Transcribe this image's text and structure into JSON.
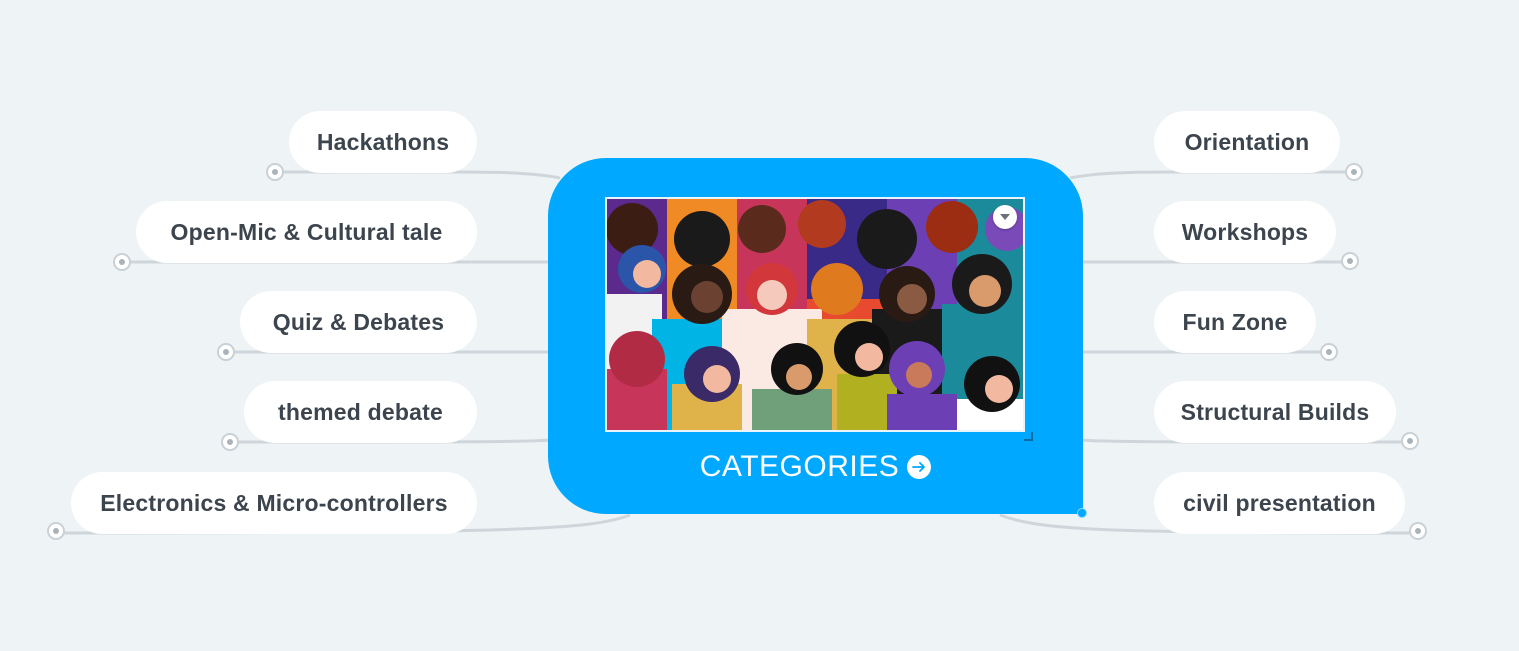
{
  "central": {
    "title": "CATEGORIES",
    "color": "#00a8ff",
    "image_icon": "image-menu-chevron-icon",
    "title_icon": "arrow-right-circle-icon"
  },
  "left_topics": [
    {
      "label": "Hackathons"
    },
    {
      "label": "Open-Mic & Cultural tale"
    },
    {
      "label": "Quiz & Debates"
    },
    {
      "label": "themed debate"
    },
    {
      "label": "Electronics & Micro-controllers"
    }
  ],
  "right_topics": [
    {
      "label": "Orientation"
    },
    {
      "label": "Workshops"
    },
    {
      "label": "Fun Zone"
    },
    {
      "label": "Structural Builds"
    },
    {
      "label": "civil presentation"
    }
  ],
  "connector_color": "#cfd6db",
  "knob_icon": "collapse-toggle-icon"
}
